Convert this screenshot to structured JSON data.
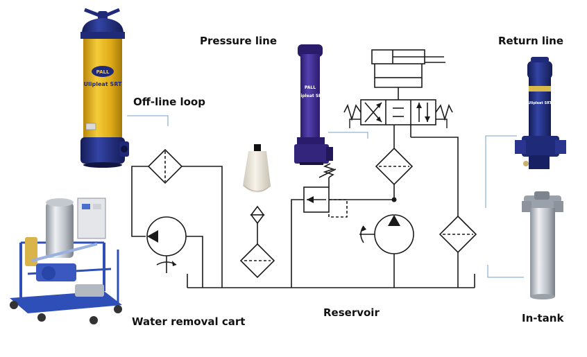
{
  "labels": {
    "pressure_line": "Pressure line",
    "return_line": "Return line",
    "offline_loop": "Off-line loop",
    "water_removal_cart": "Water removal cart",
    "reservoir": "Reservoir",
    "in_tank": "In-tank"
  },
  "product_branding": {
    "brand": "PALL",
    "model": "Ulipleat SRT"
  },
  "colors": {
    "yellow_housing": "#e3b21a",
    "navy_housing": "#1f2a78",
    "purple_housing": "#3b2a8a",
    "callout_line": "#8fb5d9",
    "schematic_line": "#1a1a1a",
    "cart_frame": "#2f4fb8"
  }
}
